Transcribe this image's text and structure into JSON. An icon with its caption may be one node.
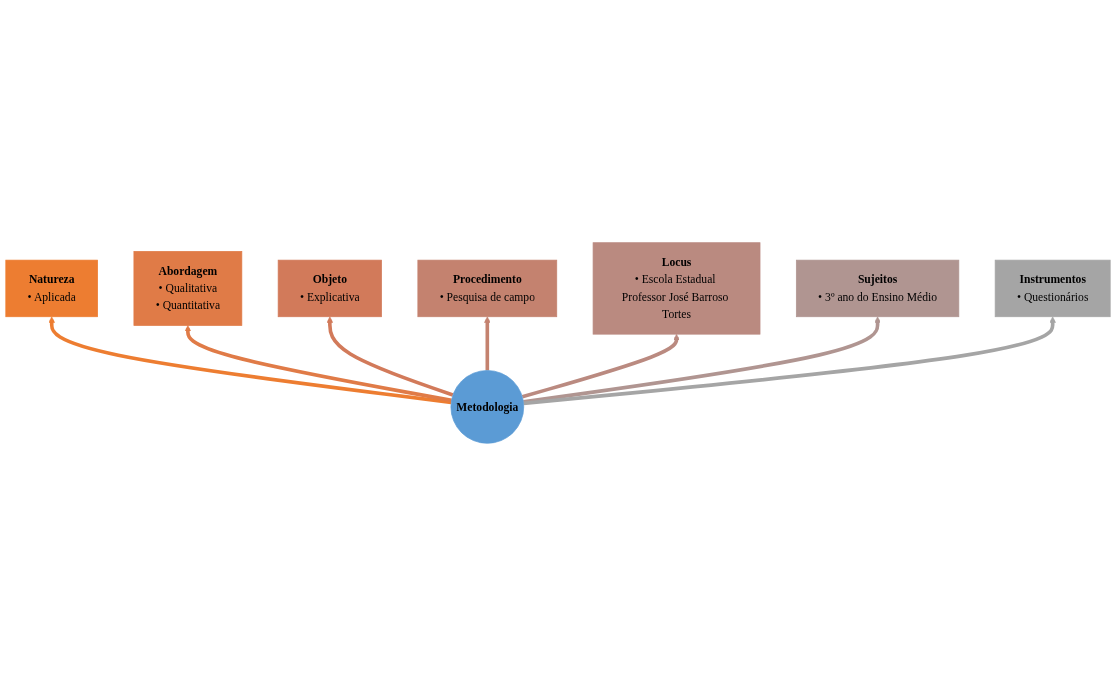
{
  "diagram": {
    "nodes": [
      {
        "text": [
          "Metodologia"
        ]
      },
      {
        "text": [
          "Natureza",
          "• Aplicada"
        ]
      },
      {
        "text": [
          "Abordagem",
          "• Qualitativa",
          "• Quantitativa"
        ]
      },
      {
        "text": [
          "Objeto",
          "• Explicativa"
        ]
      },
      {
        "text": [
          "Procedimento",
          "• Pesquisa de campo"
        ]
      },
      {
        "text": [
          "Locus",
          "• Escola Estadual Professor José Barroso Tortes"
        ]
      },
      {
        "text": [
          "Sujeitos",
          "• 3º ano do Ensino Médio"
        ]
      },
      {
        "text": [
          "Instrumentos",
          "• Questionários"
        ]
      }
    ],
    "edges": [
      {
        "from": 0,
        "to": 1,
        "arrow": "to",
        "color": "#ed7d31"
      },
      {
        "from": 0,
        "to": 2,
        "arrow": "to",
        "color": "#e07b47"
      },
      {
        "from": 0,
        "to": 3,
        "arrow": "to",
        "color": "#d27a5a"
      },
      {
        "from": 0,
        "to": 4,
        "arrow": "to",
        "color": "#c4826f"
      },
      {
        "from": 0,
        "to": 5,
        "arrow": "to",
        "color": "#ba8a80"
      },
      {
        "from": 0,
        "to": 6,
        "arrow": "to",
        "color": "#b09591"
      },
      {
        "from": 0,
        "to": 7,
        "arrow": "to",
        "color": "#a5a5a5"
      }
    ]
  }
}
